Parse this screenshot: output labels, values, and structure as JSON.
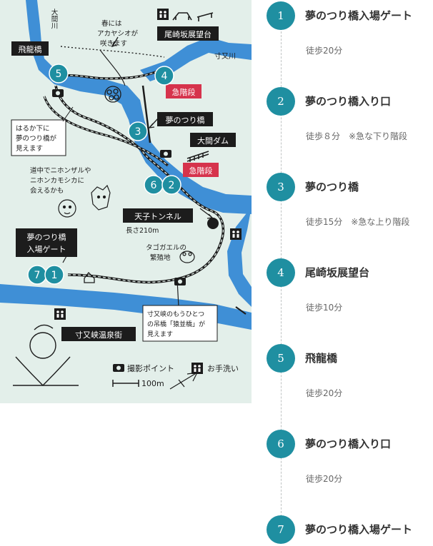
{
  "map": {
    "labels": {
      "omakawa": "大間川",
      "sumatagawa": "寸又川",
      "spring": [
        "春には",
        "アカヤシオが",
        "咲きます"
      ],
      "monkeys": [
        "道中でニホンザルや",
        "ニホンカモシカに",
        "会えるかも"
      ],
      "below": [
        "はるか下に",
        "夢のつり橋が",
        "見えます"
      ],
      "tunnel_len": "長さ210m",
      "frog": [
        "タゴガエルの",
        "繁殖地"
      ],
      "other_bridge": [
        "寸又峡のもうひとつ",
        "の吊橋「猿並橋」が",
        "見えます"
      ]
    },
    "tags": {
      "hiryu": "飛龍橋",
      "osozaka": "尾崎坂展望台",
      "yume": "夢のつり橋",
      "omadam": "大間ダム",
      "tenshi": "天子トンネル",
      "gate": [
        "夢のつり橋",
        "入場ゲート"
      ],
      "onsen": "寸又峡温泉街",
      "steep1": "急階段",
      "steep2": "急階段"
    },
    "numbers": [
      "1",
      "2",
      "3",
      "4",
      "5",
      "6",
      "7"
    ],
    "legend": {
      "photo": "撮影ポイント",
      "toilet": "お手洗い",
      "scale": "100m"
    },
    "colors": {
      "land": "#e3efea",
      "river": "#3f8fd6",
      "teal": "#1f8fa1",
      "red": "#d6334c",
      "tag": "#1c1c1c"
    }
  },
  "route": {
    "stops": [
      {
        "num": "1",
        "name": "夢のつり橋入場ゲート",
        "time": "徒歩20分"
      },
      {
        "num": "2",
        "name": "夢のつり橋入り口",
        "time": "徒歩８分　※急な下り階段"
      },
      {
        "num": "3",
        "name": "夢のつり橋",
        "time": "徒歩15分　※急な上り階段"
      },
      {
        "num": "4",
        "name": "尾崎坂展望台",
        "time": "徒歩10分"
      },
      {
        "num": "5",
        "name": "飛龍橋",
        "time": "徒歩20分"
      },
      {
        "num": "6",
        "name": "夢のつり橋入り口",
        "time": "徒歩20分"
      },
      {
        "num": "7",
        "name": "夢のつり橋入場ゲート"
      }
    ]
  }
}
